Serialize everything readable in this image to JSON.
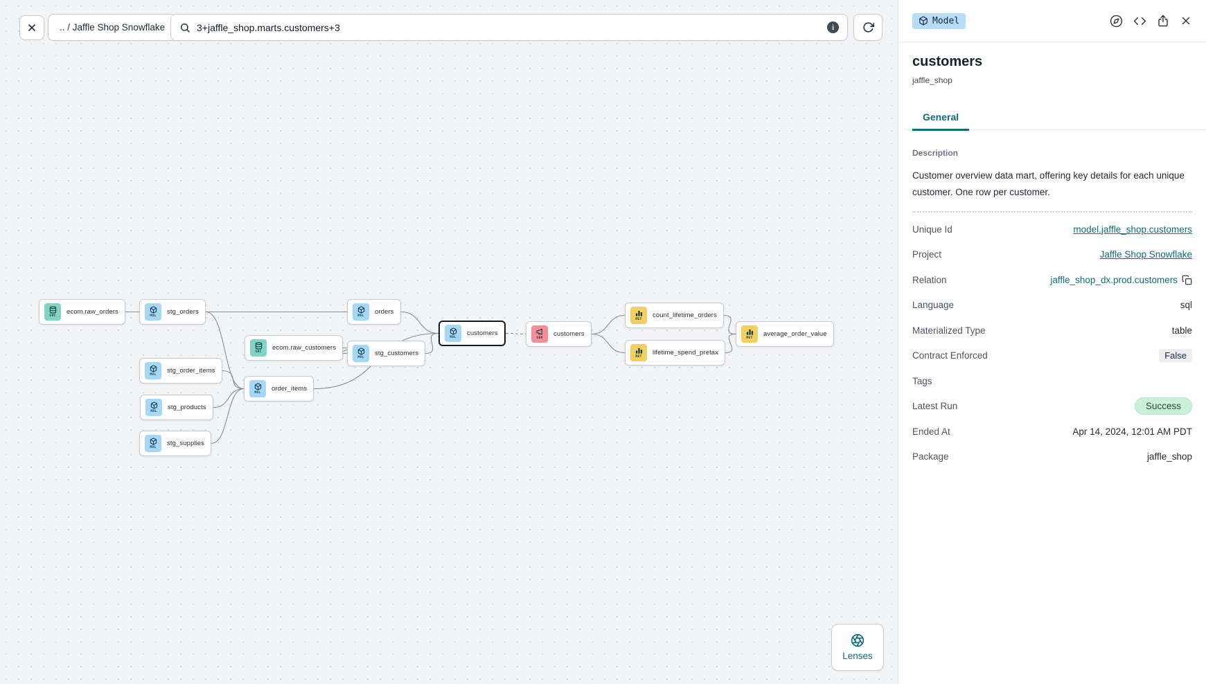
{
  "toolbar": {
    "breadcrumb": ".. / Jaffle Shop Snowflake",
    "search_value": "3+jaffle_shop.marts.customers+3"
  },
  "lenses": {
    "label": "Lenses"
  },
  "graph": {
    "nodes": [
      {
        "id": "ecom.raw_orders",
        "label": "ecom.raw_orders",
        "type": "SRC"
      },
      {
        "id": "stg_orders",
        "label": "stg_orders",
        "type": "MDL"
      },
      {
        "id": "ecom.raw_customers",
        "label": "ecom.raw_customers",
        "type": "SRC"
      },
      {
        "id": "stg_order_items",
        "label": "stg_order_items",
        "type": "MDL"
      },
      {
        "id": "stg_products",
        "label": "stg_products",
        "type": "MDL"
      },
      {
        "id": "stg_supplies",
        "label": "stg_supplies",
        "type": "MDL"
      },
      {
        "id": "order_items",
        "label": "order_items",
        "type": "MDL"
      },
      {
        "id": "orders",
        "label": "orders",
        "type": "MDL"
      },
      {
        "id": "stg_customers",
        "label": "stg_customers",
        "type": "MDL"
      },
      {
        "id": "customers",
        "label": "customers",
        "type": "MDL",
        "selected": true
      },
      {
        "id": "customers_sem",
        "label": "customers",
        "type": "SEM"
      },
      {
        "id": "count_lifetime_orders",
        "label": "count_lifetime_orders",
        "type": "MET"
      },
      {
        "id": "lifetime_spend_pretax",
        "label": "lifetime_spend_pretax",
        "type": "MET"
      },
      {
        "id": "average_order_value",
        "label": "average_order_value",
        "type": "MET"
      }
    ],
    "edges": [
      {
        "from": "ecom.raw_orders",
        "to": "stg_orders",
        "style": "solid"
      },
      {
        "from": "stg_orders",
        "to": "orders",
        "style": "solid"
      },
      {
        "from": "stg_orders",
        "to": "order_items",
        "style": "solid"
      },
      {
        "from": "stg_order_items",
        "to": "order_items",
        "style": "solid"
      },
      {
        "from": "stg_products",
        "to": "order_items",
        "style": "solid"
      },
      {
        "from": "stg_supplies",
        "to": "order_items",
        "style": "solid"
      },
      {
        "from": "ecom.raw_customers",
        "to": "stg_customers",
        "style": "solid"
      },
      {
        "from": "order_items",
        "to": "customers",
        "style": "solid"
      },
      {
        "from": "orders",
        "to": "customers",
        "style": "solid"
      },
      {
        "from": "stg_customers",
        "to": "customers",
        "style": "solid"
      },
      {
        "from": "customers",
        "to": "customers_sem",
        "style": "dashed"
      },
      {
        "from": "customers_sem",
        "to": "count_lifetime_orders",
        "style": "solid"
      },
      {
        "from": "customers_sem",
        "to": "lifetime_spend_pretax",
        "style": "solid"
      },
      {
        "from": "count_lifetime_orders",
        "to": "average_order_value",
        "style": "solid"
      },
      {
        "from": "lifetime_spend_pretax",
        "to": "average_order_value",
        "style": "solid"
      }
    ]
  },
  "panel": {
    "type_badge": "Model",
    "title": "customers",
    "subtitle": "jaffle_shop",
    "tabs": [
      {
        "label": "General",
        "active": true
      }
    ],
    "description_label": "Description",
    "description": "Customer overview data mart, offering key details for each unique customer. One row per customer.",
    "fields": [
      {
        "label": "Unique Id",
        "value": "model.jaffle_shop.customers",
        "kind": "link"
      },
      {
        "label": "Project",
        "value": "Jaffle Shop Snowflake",
        "kind": "link"
      },
      {
        "label": "Relation",
        "value": "jaffle_shop_dx.prod.customers",
        "kind": "copy"
      },
      {
        "label": "Language",
        "value": "sql",
        "kind": "text"
      },
      {
        "label": "Materialized Type",
        "value": "table",
        "kind": "text"
      },
      {
        "label": "Contract Enforced",
        "value": "False",
        "kind": "chip"
      },
      {
        "label": "Tags",
        "value": "",
        "kind": "text"
      },
      {
        "label": "Latest Run",
        "value": "Success",
        "kind": "pill"
      },
      {
        "label": "Ended At",
        "value": "Apr 14, 2024, 12:01 AM PDT",
        "kind": "text"
      },
      {
        "label": "Package",
        "value": "jaffle_shop",
        "kind": "text"
      }
    ]
  },
  "colors": {
    "accent_teal": "#0d6e78",
    "source_chip": "#80d5c2",
    "model_chip": "#a4d8f6",
    "semantic_chip": "#f48d95",
    "metric_chip": "#f3cf5e",
    "model_badge_bg": "#b5ddf9",
    "success_bg": "#c9f0d9",
    "selected_border": "#13181d"
  }
}
